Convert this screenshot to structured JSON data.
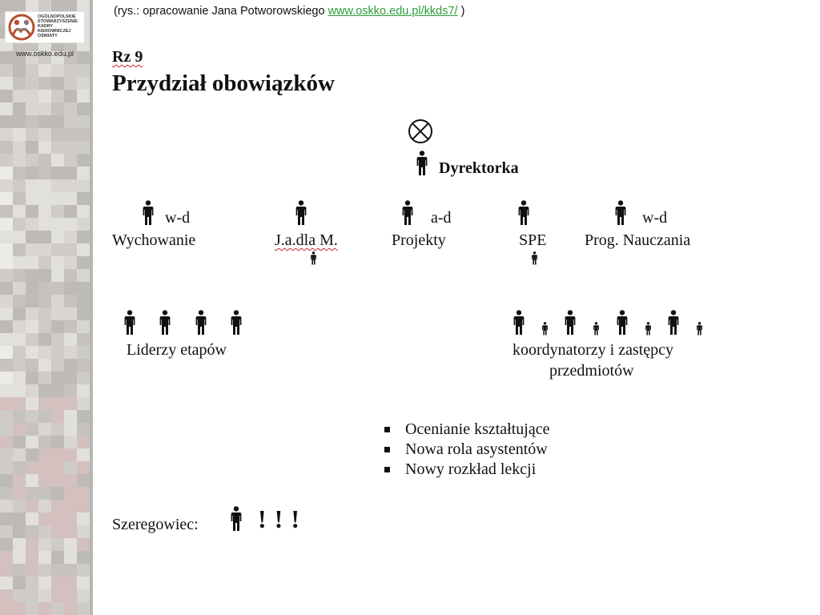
{
  "sidebar": {
    "logo_text": "OGÓLNOPOLSKIE\nSTOWARZYSZENIE\nKADRY\nKIEROWNICZEJ\nOŚWIATY",
    "site_url": "www.oskko.edu.pl",
    "colors": {
      "mosaic_light": "#e2e0dc",
      "mosaic_mid": "#cfccc7",
      "mosaic_dark": "#bebbb6",
      "logo_accent": "#b4502e"
    }
  },
  "caption": {
    "prefix": "(rys.: opracowanie Jana Potworowskiego ",
    "link": "www.oskko.edu.pl/kkds7/",
    "suffix": " )",
    "link_color": "#2e9e3a"
  },
  "slide": {
    "code": "Rz 9",
    "title": "Przydział obowiązków",
    "top_symbol": "circled-x-icon",
    "director": "Dyrektorka",
    "deputies": [
      {
        "role": "w-d",
        "area": "Wychowanie"
      },
      {
        "role": "",
        "area": "J.a.dla M."
      },
      {
        "role": "a-d",
        "area": "Projekty"
      },
      {
        "role": "",
        "area": "SPE"
      },
      {
        "role": "w-d",
        "area": "Prog. Nauczania"
      }
    ],
    "leaders_label": "Liderzy etapów",
    "coordinators_label_line1": "koordynatorzy i zastępcy",
    "coordinators_label_line2": "przedmiotów",
    "bullets": [
      "Ocenianie kształtujące",
      "Nowa rola asystentów",
      "Nowy rozkład lekcji"
    ],
    "soldier_label": "Szeregowiec:",
    "exclamations": "! ! !"
  }
}
